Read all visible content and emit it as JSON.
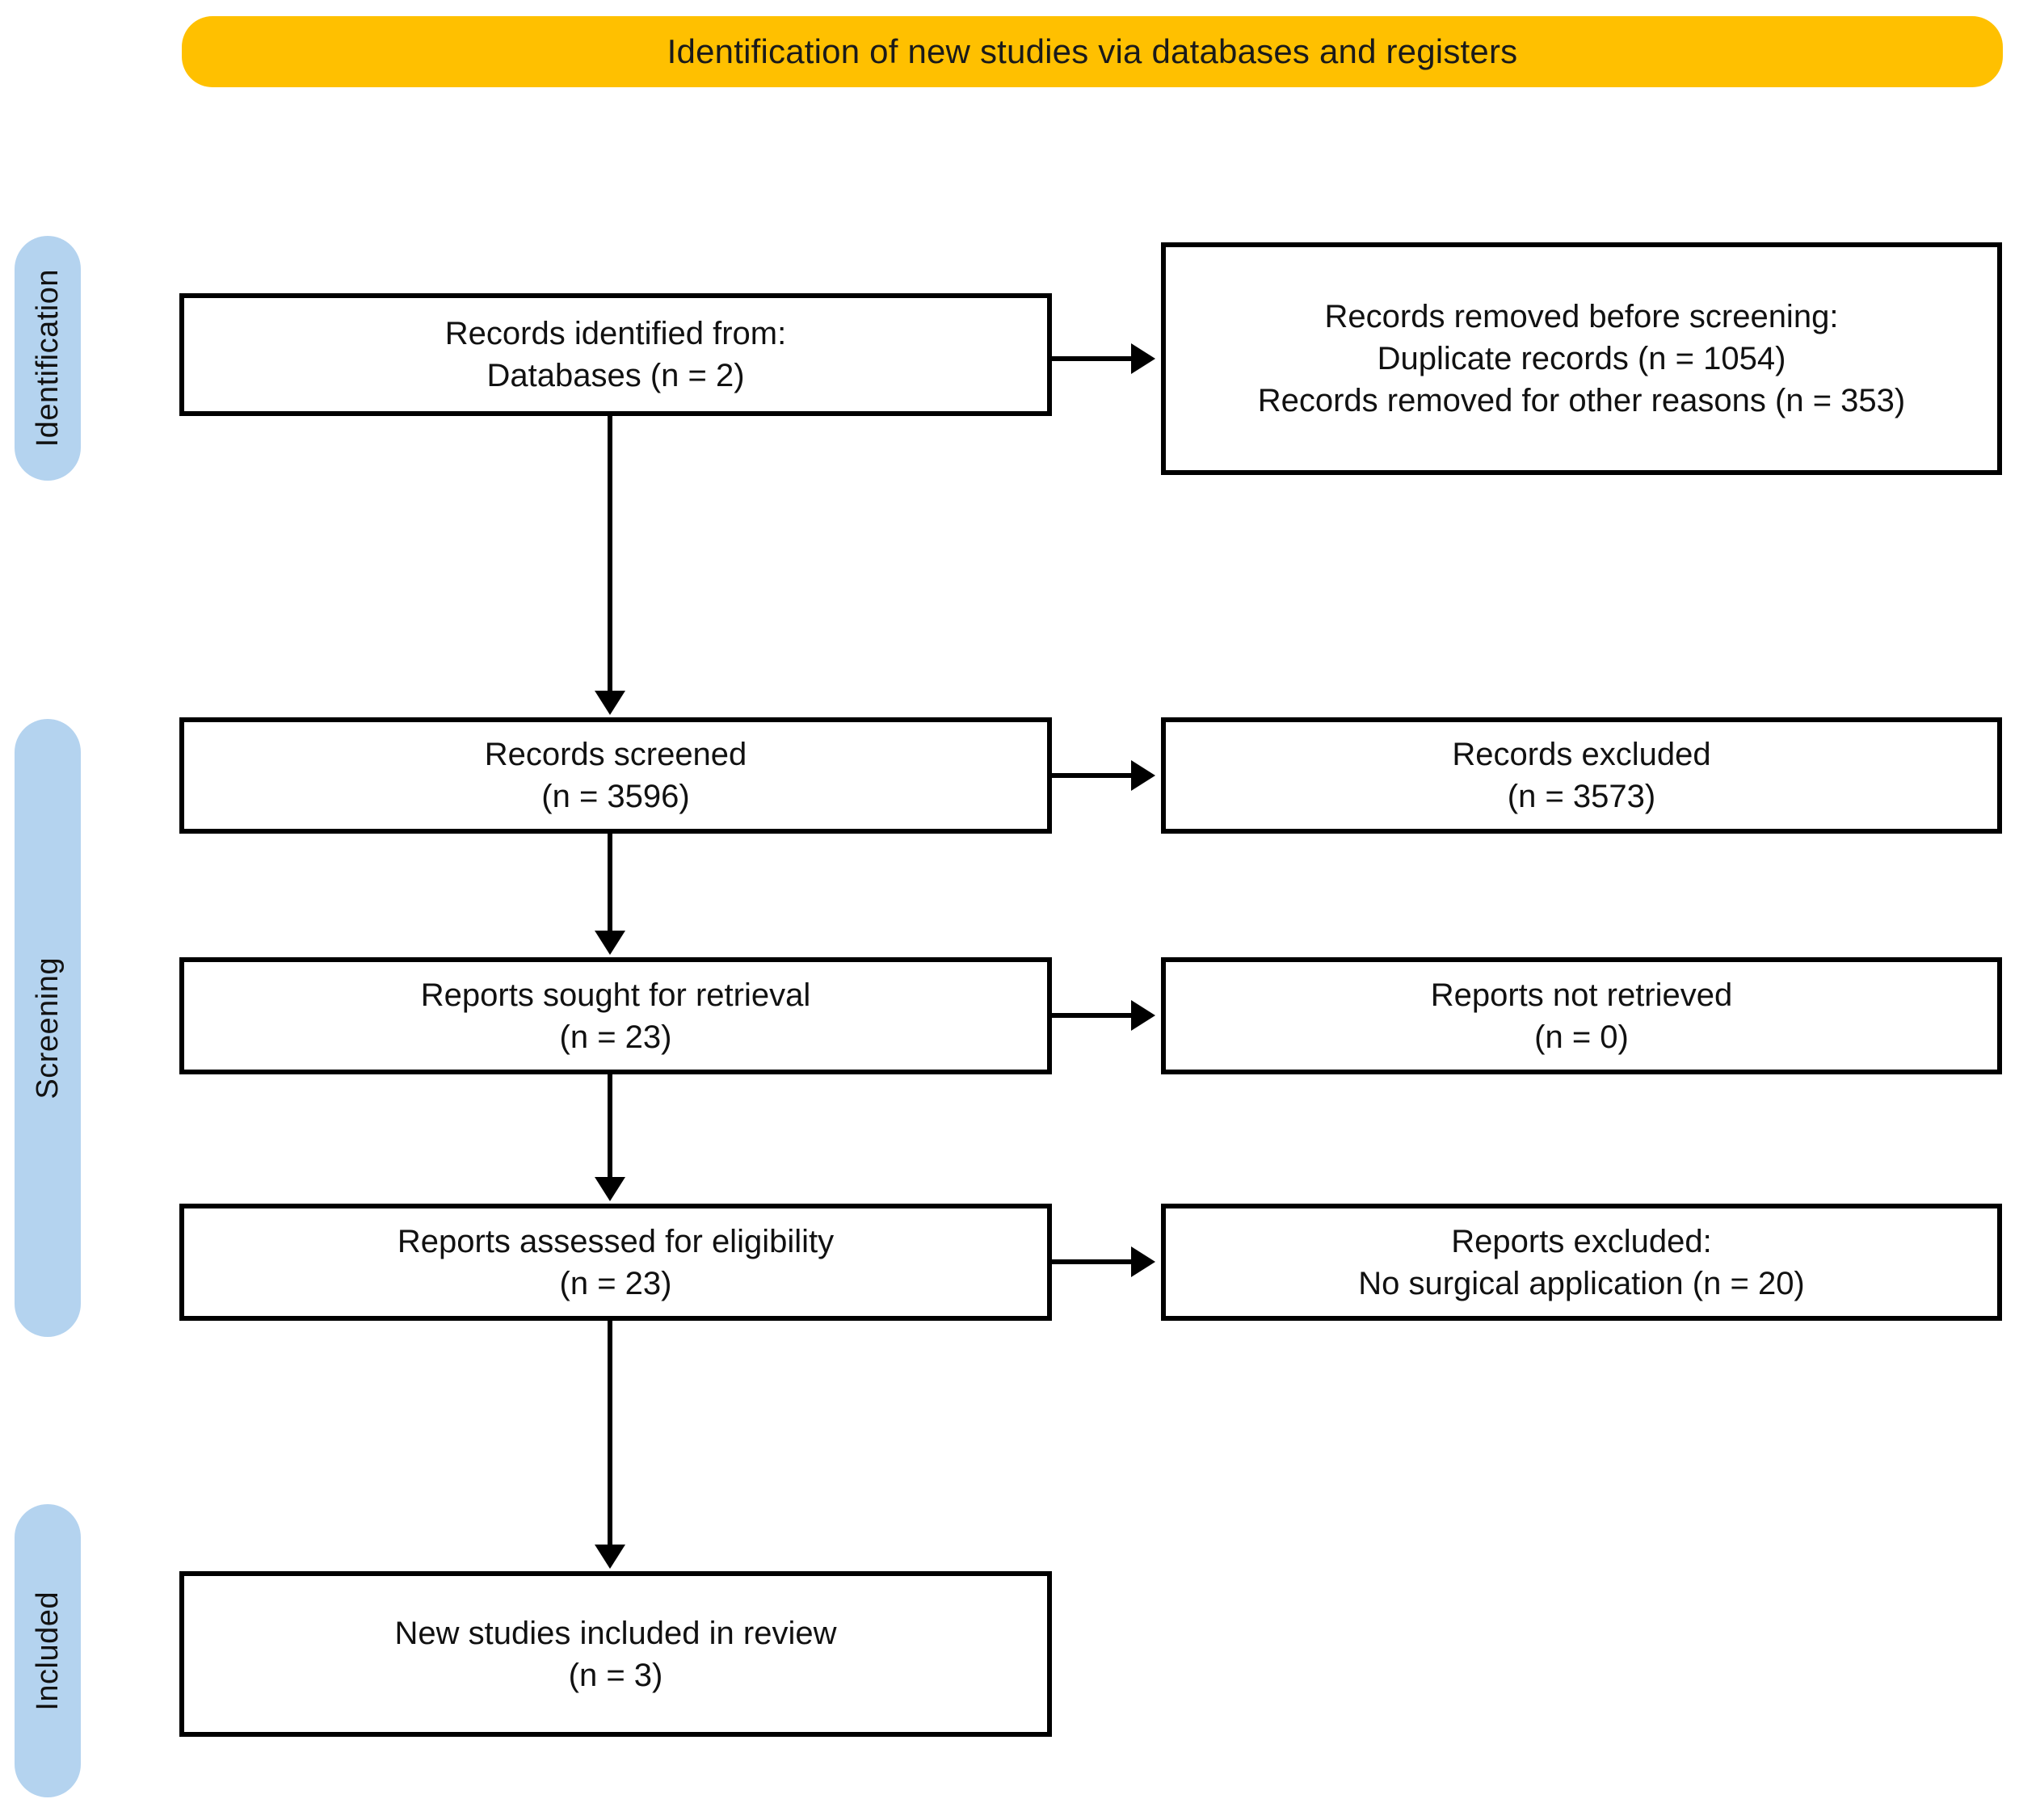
{
  "banner": {
    "title": "Identification of new studies via databases and registers",
    "color": "#FFC000"
  },
  "stages": {
    "color": "#B4D3EF",
    "items": [
      {
        "id": "identification",
        "label": "Identification"
      },
      {
        "id": "screening",
        "label": "Screening"
      },
      {
        "id": "included",
        "label": "Included"
      }
    ]
  },
  "flow": {
    "identified": {
      "line1": "Records identified from:",
      "line2": "Databases (n = 2)"
    },
    "removed": {
      "line1": "Records removed before screening:",
      "line2": "Duplicate records (n = 1054)",
      "line3": "Records removed for other reasons (n = 353)"
    },
    "screened": {
      "line1": "Records screened",
      "line2": "(n = 3596)"
    },
    "records_excluded": {
      "line1": "Records excluded",
      "line2": "(n = 3573)"
    },
    "sought": {
      "line1": "Reports sought for retrieval",
      "line2": "(n = 23)"
    },
    "not_retrieved": {
      "line1": "Reports not retrieved",
      "line2": "(n = 0)"
    },
    "assessed": {
      "line1": "Reports assessed for eligibility",
      "line2": "(n = 23)"
    },
    "reports_excluded": {
      "line1": "Reports excluded:",
      "line2": "No surgical application (n = 20)"
    },
    "included": {
      "line1": "New studies included in review",
      "line2": "(n = 3)"
    }
  },
  "connectors": {
    "arrow_right_icon": "arrow-right-icon",
    "arrow_down_icon": "arrow-down-icon"
  }
}
